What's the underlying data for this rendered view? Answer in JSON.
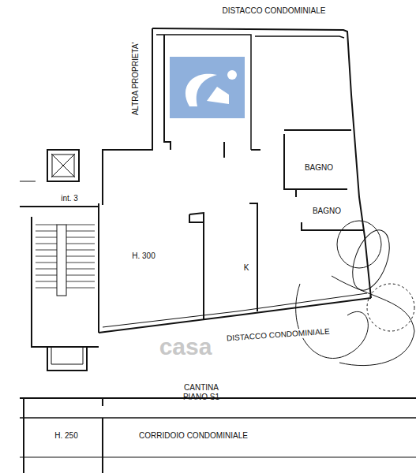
{
  "diagram": {
    "labels": [
      "DISTACCO CONDOMINIALE",
      "ALTRA PROPRIETA'",
      "BAGNO",
      "BAGNO",
      "int. 3",
      "H. 300",
      "K",
      "DISTACCO CONDOMINIALE",
      "CANTINA PIANO S1",
      "H. 250",
      "CORRIDOIO CONDOMINIALE",
      "casa"
    ]
  }
}
